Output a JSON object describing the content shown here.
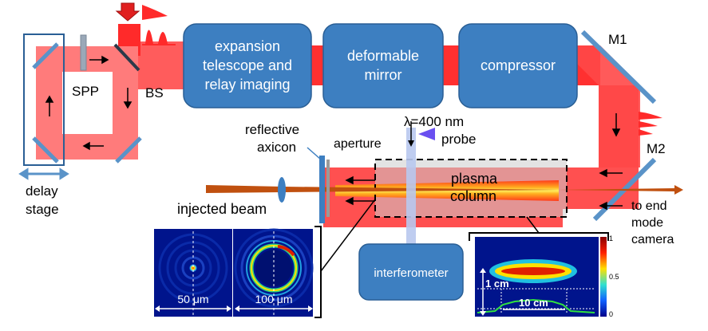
{
  "boxes": {
    "expansion": [
      "expansion",
      "telescope and",
      "relay imaging"
    ],
    "deformable": [
      "deformable",
      "mirror"
    ],
    "compressor": "compressor",
    "interferometer": "interferometer"
  },
  "labels": {
    "m1": "M1",
    "m2": "M2",
    "spp": "SPP",
    "bs": "BS",
    "delay_stage": [
      "delay",
      "stage"
    ],
    "reflective_axicon": [
      "reflective",
      "axicon"
    ],
    "aperture": "aperture",
    "probe": [
      "λ=400 nm",
      "probe"
    ],
    "plasma_column": [
      "plasma",
      "column"
    ],
    "injected_beam": "injected beam",
    "to_end_mode_camera": [
      "to end",
      "mode",
      "camera"
    ]
  },
  "insets": {
    "left_scale": "50 μm",
    "right_scale": "100 μm",
    "colormap_ticks": [
      "1",
      "0.5",
      "0"
    ],
    "vertical_scale": "1 cm",
    "horizontal_scale": "10 cm"
  },
  "colors": {
    "beam_red": "#ff5050",
    "box_blue": "#3d7fc1",
    "box_border": "#2a5f95",
    "mirror_blue": "#5a93c8",
    "injected_orange": "#c0500f",
    "probe_violet": "#6a4ff0"
  }
}
